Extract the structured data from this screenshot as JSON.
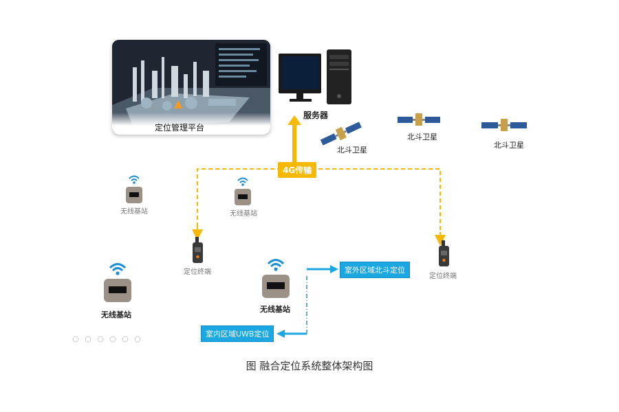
{
  "platform": {
    "label": "定位管理平台"
  },
  "server": {
    "label": "服务器"
  },
  "satellites": [
    {
      "label": "北斗卫星"
    },
    {
      "label": "北斗卫星"
    },
    {
      "label": "北斗卫星"
    }
  ],
  "transmission": {
    "label": "4G传输"
  },
  "base_stations": [
    {
      "label": "无线基站"
    },
    {
      "label": "无线基站"
    },
    {
      "label": "无线基站"
    },
    {
      "label": "无线基站"
    }
  ],
  "terminals": [
    {
      "label": "定位终端"
    },
    {
      "label": "定位终端"
    }
  ],
  "positioning": {
    "outdoor": "室外区域北斗定位",
    "indoor": "室内区域UWB定位"
  },
  "caption": "图 融合定位系统整体架构图",
  "colors": {
    "link": "#f6b800",
    "positioning": "#1aa7e2",
    "dash_blue": "#3a8fb7"
  }
}
